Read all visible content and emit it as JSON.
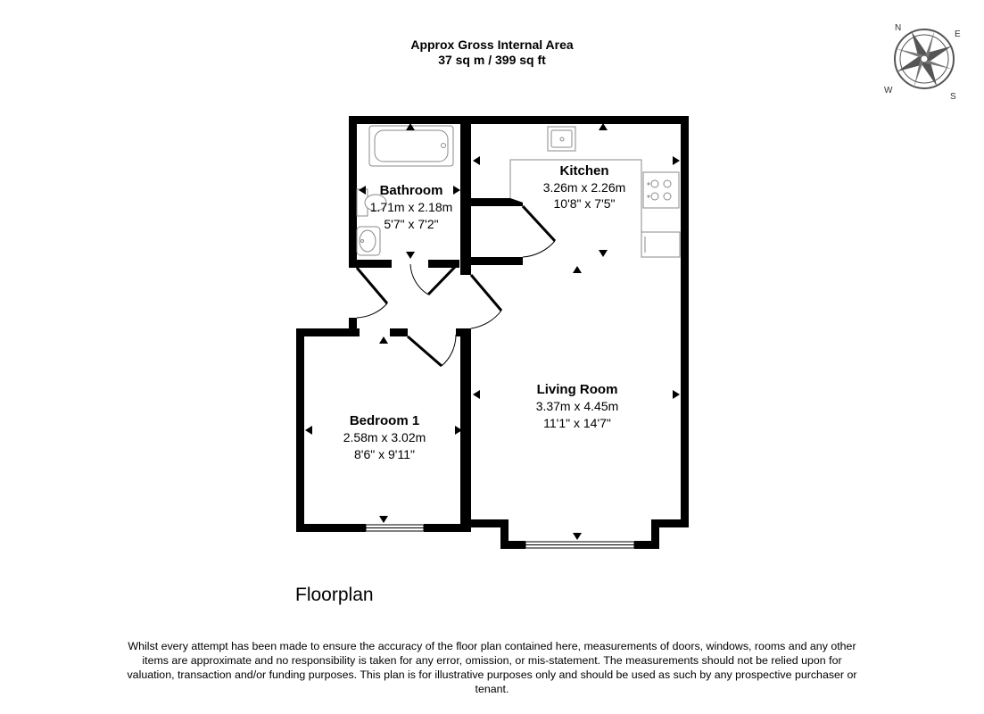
{
  "header": {
    "title": "Approx Gross Internal Area",
    "area": "37 sq m / 399 sq ft"
  },
  "compass": {
    "n": "N",
    "e": "E",
    "s": "S",
    "w": "W"
  },
  "rooms": {
    "kitchen": {
      "name": "Kitchen",
      "metric": "3.26m x 2.26m",
      "imperial": "10'8\" x 7'5\""
    },
    "bathroom": {
      "name": "Bathroom",
      "metric": "1.71m x 2.18m",
      "imperial": "5'7\" x 7'2\""
    },
    "living": {
      "name": "Living Room",
      "metric": "3.37m x 4.45m",
      "imperial": "11'1\" x 14'7\""
    },
    "bedroom": {
      "name": "Bedroom 1",
      "metric": "2.58m x 3.02m",
      "imperial": "8'6\" x 9'11\""
    }
  },
  "plan_title": "Floorplan",
  "disclaimer": "Whilst every attempt has been made to ensure the accuracy of the floor plan contained here, measurements of doors, windows, rooms and any other items are approximate and no responsibility is taken for any error, omission, or mis-statement. The measurements should not be relied upon for valuation, transaction and/or funding purposes. This plan is for illustrative purposes only and should be used as such by any prospective purchaser or tenant.",
  "colors": {
    "wall": "#000000",
    "fixture": "#8a8a8a",
    "background": "#ffffff"
  }
}
